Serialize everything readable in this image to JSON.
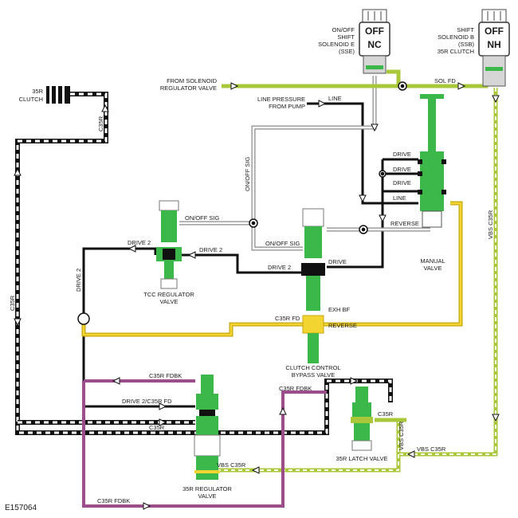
{
  "diagram_id": "E157064",
  "colors": {
    "valve_green": "#3cb84a",
    "valve_dark": "#1f7a2c",
    "sol_fd": "#a8c83a",
    "c35r_fd": "#e6c619",
    "c35r_fdbk": "#9b4d8c",
    "line_black": "#111111",
    "sig_gray": "#8a8a8a"
  },
  "solenoids": {
    "sse": {
      "state": "OFF",
      "type": "NC",
      "label_lines": [
        "ON/OFF",
        "SHIFT",
        "SOLENOID E",
        "(SSE)"
      ]
    },
    "ssb": {
      "state": "OFF",
      "type": "NH",
      "label_lines": [
        "SHIFT",
        "SOLENOID B",
        "(SSB)",
        "35R CLUTCH"
      ]
    }
  },
  "clutch": {
    "label_lines": [
      "35R",
      "CLUTCH"
    ]
  },
  "sources": {
    "solenoid_regulator": [
      "FROM SOLENOID",
      "REGULATOR VALVE"
    ],
    "line_pressure": [
      "LINE PRESSURE",
      "FROM PUMP"
    ]
  },
  "valves": {
    "manual": [
      "MANUAL",
      "VALVE"
    ],
    "tcc": [
      "TCC REGULATOR",
      "VALVE"
    ],
    "ccbv": [
      "CLUTCH CONTROL",
      "BYPASS VALVE"
    ],
    "r35_regulator": [
      "35R REGULATOR",
      "VALVE"
    ],
    "r35_latch": "35R LATCH VALVE"
  },
  "circuits": {
    "sol_fd": "SOL FD",
    "line": "LINE",
    "line2": "LINE",
    "drive_a": "DRIVE",
    "drive_b": "DRIVE",
    "drive_c": "DRIVE",
    "drive_ccbv": "DRIVE",
    "reverse_top": "REVERSE",
    "reverse_ccbv": "REVERSE",
    "onoff_vert": "ON/OFF SIG",
    "onoff_tcc": "ON/OFF SIG",
    "onoff_ccbv": "ON/OFF SIG",
    "drive2_top": "DRIVE 2",
    "drive2_mid": "DRIVE 2",
    "drive2_ccbv": "DRIVE 2",
    "drive2_vert": "DRIVE 2",
    "exh_bf": "EXH BF",
    "c35r_fd": "C35R FD",
    "c35r_left": "C35R",
    "c35r_clutch": "C35R",
    "c35r_bottom": "C35R",
    "c35r_latch": "C35R",
    "c35r_latch_v": "VBS C35R",
    "vbs_c35r_right": "VBS C35R",
    "vbs_c35r_bottom": "VBS C35R",
    "vbs_c35r_reg": "VBS C35R",
    "drive2_c35r_fd": "DRIVE 2/C35R FD",
    "c35r_fdbk_top": "C35R FDBK",
    "c35r_fdbk_mid": "C35R FDBK",
    "c35r_fdbk_bottom": "C35R FDBK"
  }
}
